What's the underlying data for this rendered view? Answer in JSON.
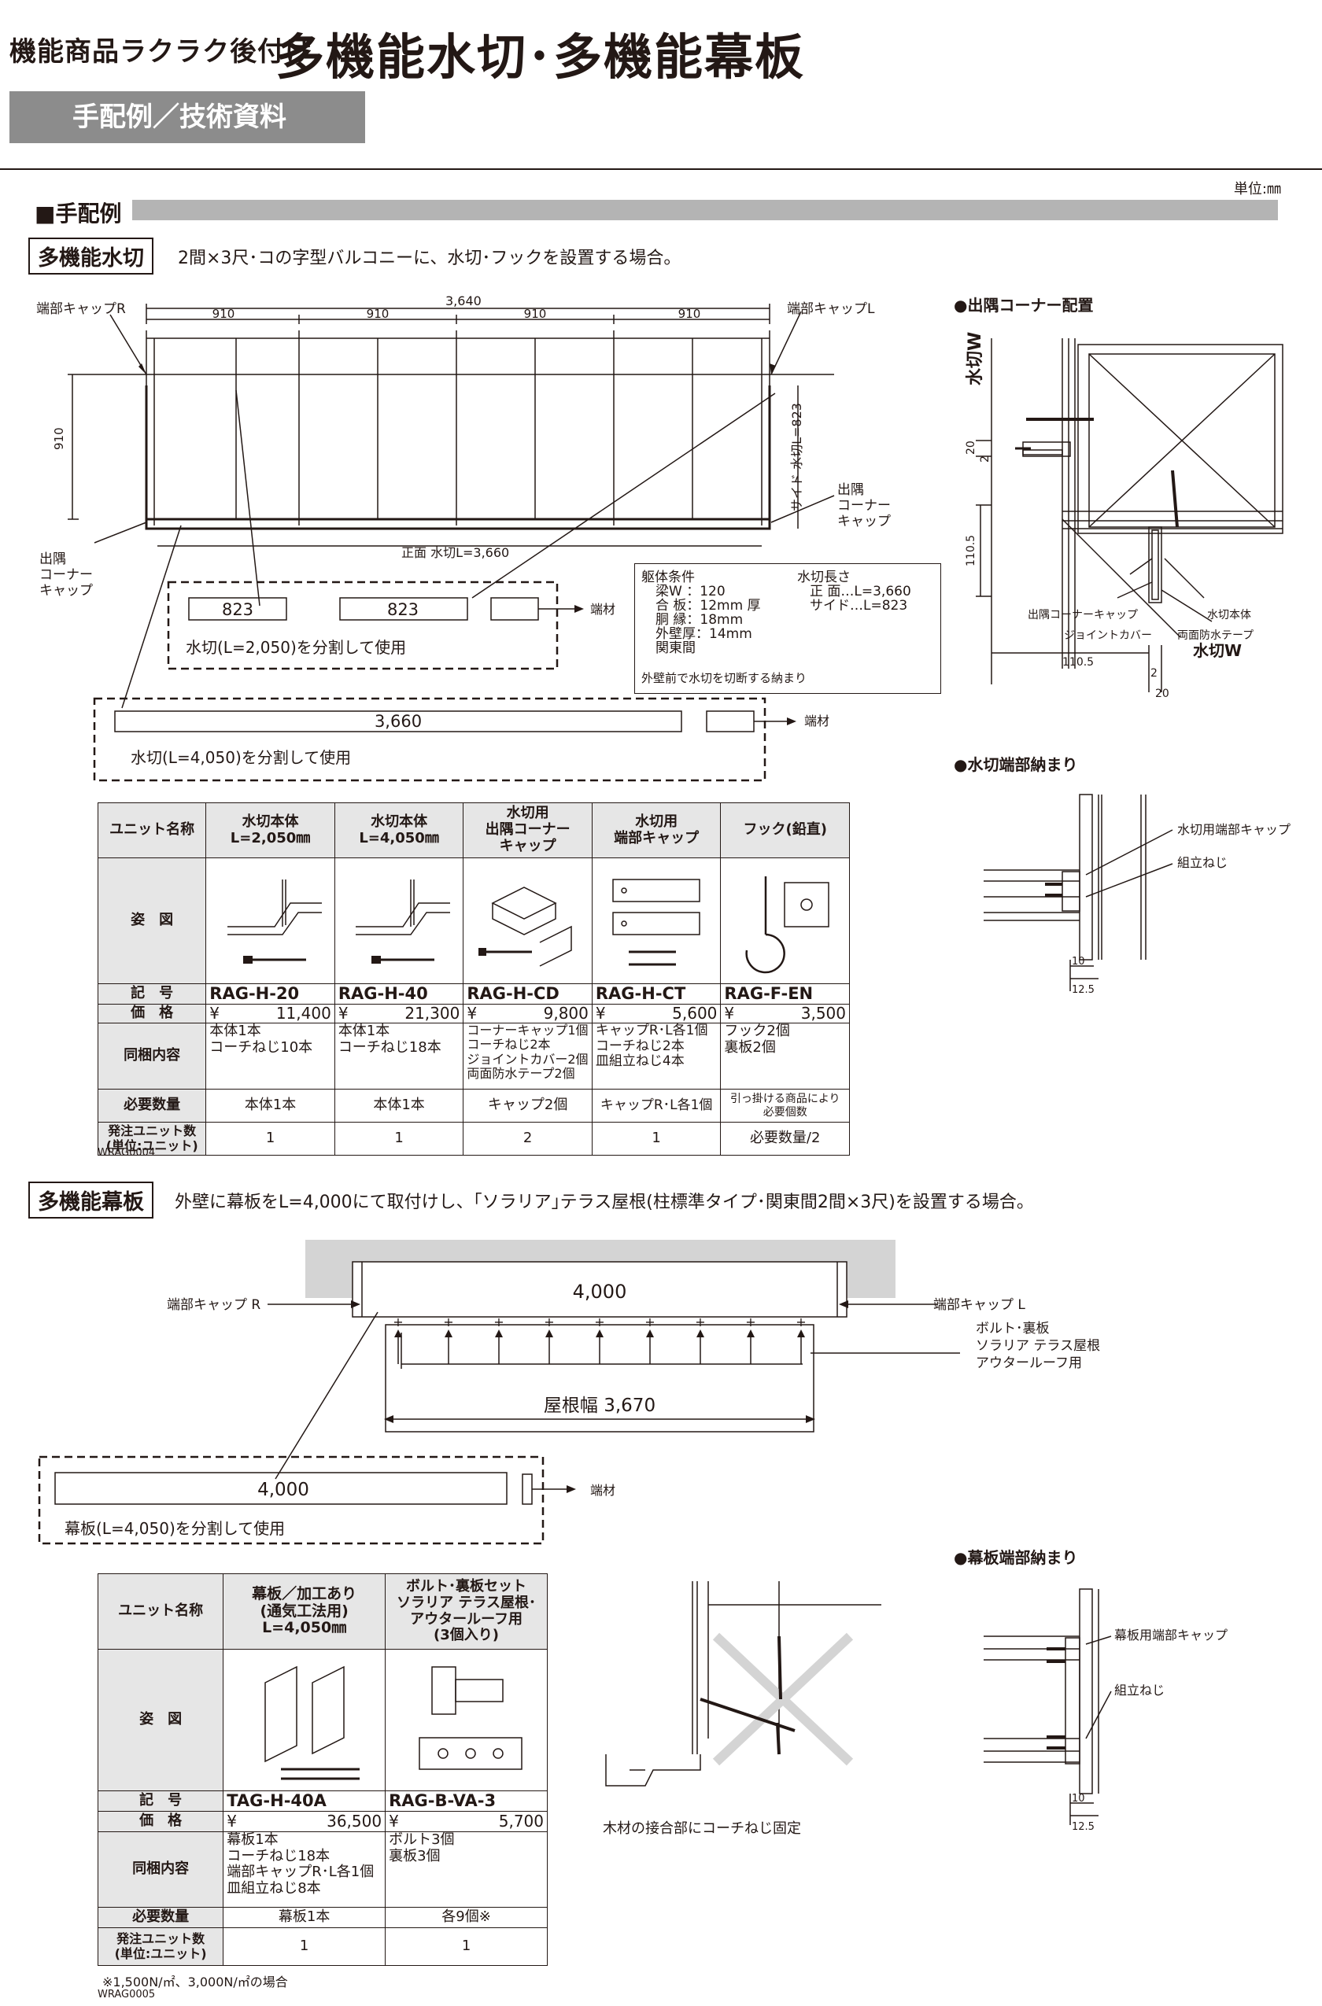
{
  "header": {
    "small": "機能商品ラクラク後付け",
    "title": "多機能水切･多機能幕板",
    "sub": "手配例／技術資料",
    "unit": "単位:㎜"
  },
  "section": {
    "title": "■手配例"
  },
  "mizukiri": {
    "tag": "多機能水切",
    "desc": "2間×3尺･コの字型バルコニーに、水切･フックを設置する場合。",
    "plan": {
      "cap_r": "端部キャップR",
      "cap_l": "端部キャップL",
      "total": "3,640",
      "spans": [
        "910",
        "910",
        "910",
        "910"
      ],
      "left_dim": "910",
      "side_label": "サイド 水切L=823",
      "corner_r": [
        "出隅",
        "コーナー",
        "キャップ"
      ],
      "corner_l": [
        "出隅",
        "コーナー",
        "キャップ"
      ],
      "front": "正面 水切L=3,660",
      "piece_a": "823",
      "piece_b": "823",
      "scrap": "端材",
      "note1": "水切(L=2,050)を分割して使用",
      "piece_long": "3,660",
      "note2": "水切(L=4,050)を分割して使用"
    },
    "conditions": {
      "title_l": "躯体条件",
      "lines_l": [
        "梁W ：120",
        "合 板：12mm 厚",
        "胴 縁：18mm",
        "外壁厚：14mm",
        "関東間"
      ],
      "title_r": "水切長さ",
      "lines_r": [
        "正 面…L=3,660",
        "サイド…L=823"
      ],
      "footer": "外壁前で水切を切断する納まり"
    },
    "corner_section": {
      "title": "●出隅コーナー配置",
      "w_label": "水切W",
      "d20": "20",
      "d2": "2",
      "d110": "110.5",
      "l_cap": "出隅コーナーキャップ",
      "l_joint": "ジョイントカバー",
      "l_body": "水切本体",
      "l_tape": "両面防水テープ",
      "l_w": "水切W",
      "b110": "110.5",
      "b2": "2",
      "b20": "20"
    },
    "end_section": {
      "title": "●水切端部納まり",
      "l_cap": "水切用端部キャップ",
      "l_screw": "組立ねじ",
      "d10": "10",
      "d125": "12.5"
    },
    "table": {
      "row_labels": [
        "ユニット名称",
        "姿　図",
        "記　号",
        "価　格",
        "同梱内容",
        "必要数量",
        "発注ユニット数\n(単位:ユニット)"
      ],
      "cols": [
        {
          "name": "水切本体\nL=2,050㎜",
          "code": "RAG-H-20",
          "yen": "¥",
          "price": "11,400",
          "content": "本体1本\nコーチねじ10本",
          "qty": "本体1本",
          "order": "1"
        },
        {
          "name": "水切本体\nL=4,050㎜",
          "code": "RAG-H-40",
          "yen": "¥",
          "price": "21,300",
          "content": "本体1本\nコーチねじ18本",
          "qty": "本体1本",
          "order": "1"
        },
        {
          "name": "水切用\n出隅コーナー\nキャップ",
          "code": "RAG-H-CD",
          "yen": "¥",
          "price": "9,800",
          "content": "コーナーキャップ1個\nコーチねじ2本\nジョイントカバー2個\n両面防水テープ2個",
          "qty": "キャップ2個",
          "order": "2"
        },
        {
          "name": "水切用\n端部キャップ",
          "code": "RAG-H-CT",
          "yen": "¥",
          "price": "5,600",
          "content": "キャップR･L各1個\nコーチねじ2本\n皿組立ねじ4本",
          "qty": "キャップR･L各1個",
          "order": "1"
        },
        {
          "name": "フック(鉛直)",
          "code": "RAG-F-EN",
          "yen": "¥",
          "price": "3,500",
          "content": "フック2個\n裏板2個",
          "qty": "引っ掛ける商品により\n必要個数",
          "order": "必要数量/2"
        }
      ],
      "footnote": "WRAG0004"
    }
  },
  "makuita": {
    "tag": "多機能幕板",
    "desc": "外壁に幕板をL=4,000にて取付けし、｢ソラリア｣テラス屋根(柱標準タイプ･関東間2間×3尺)を設置する場合。",
    "plan": {
      "length": "4,000",
      "cap_r": "端部キャップ R",
      "cap_l": "端部キャップ L",
      "bolt": [
        "ボルト･裏板",
        "ソラリア テラス屋根･",
        "アウタールーフ用"
      ],
      "roof": "屋根幅 3,670",
      "piece": "4,000",
      "scrap": "端材",
      "note": "幕板(L=4,050)を分割して使用"
    },
    "joint_caption": "木材の接合部にコーチねじ固定",
    "end_section": {
      "title": "●幕板端部納まり",
      "l_cap": "幕板用端部キャップ",
      "l_screw": "組立ねじ",
      "d10": "10",
      "d125": "12.5"
    },
    "table": {
      "row_labels": [
        "ユニット名称",
        "姿　図",
        "記　号",
        "価　格",
        "同梱内容",
        "必要数量",
        "発注ユニット数\n(単位:ユニット)"
      ],
      "cols": [
        {
          "name": "幕板／加工あり\n(通気工法用)\nL=4,050㎜",
          "code": "TAG-H-40A",
          "yen": "¥",
          "price": "36,500",
          "content": "幕板1本\nコーチねじ18本\n端部キャップR･L各1個\n皿組立ねじ8本",
          "qty": "幕板1本",
          "order": "1"
        },
        {
          "name": "ボルト･裏板セット\nソラリア テラス屋根･\nアウタールーフ用\n(3個入り)",
          "code": "RAG-B-VA-3",
          "yen": "¥",
          "price": "5,700",
          "content": "ボルト3個\n裏板3個",
          "qty": "各9個※",
          "order": "1"
        }
      ],
      "note": "※1,500N/㎡、3,000N/㎡の場合",
      "footnote": "WRAG0005"
    }
  }
}
